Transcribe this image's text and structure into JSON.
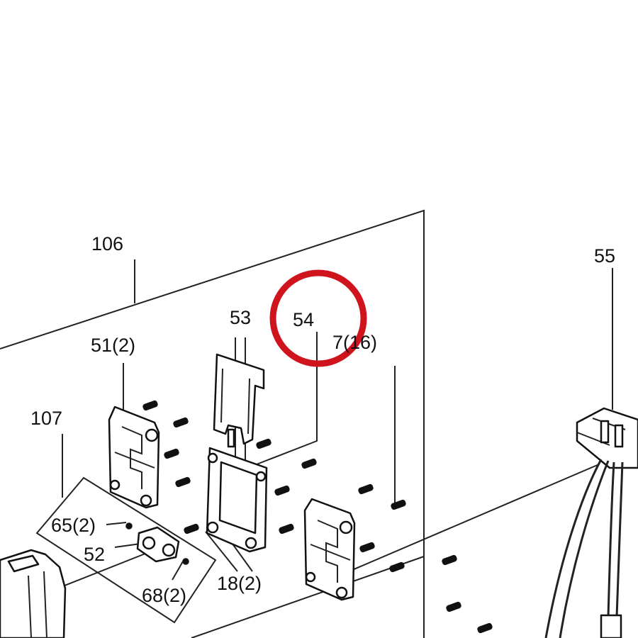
{
  "labels": {
    "l106": "106",
    "l55": "55",
    "l53": "53",
    "l54": "54",
    "l7": "7(16)",
    "l51": "51(2)",
    "l107": "107",
    "l65": "65(2)",
    "l52": "52",
    "l18": "18(2)",
    "l68": "68(2)"
  },
  "highlight": {
    "color": "#d0141e",
    "target": "54"
  }
}
